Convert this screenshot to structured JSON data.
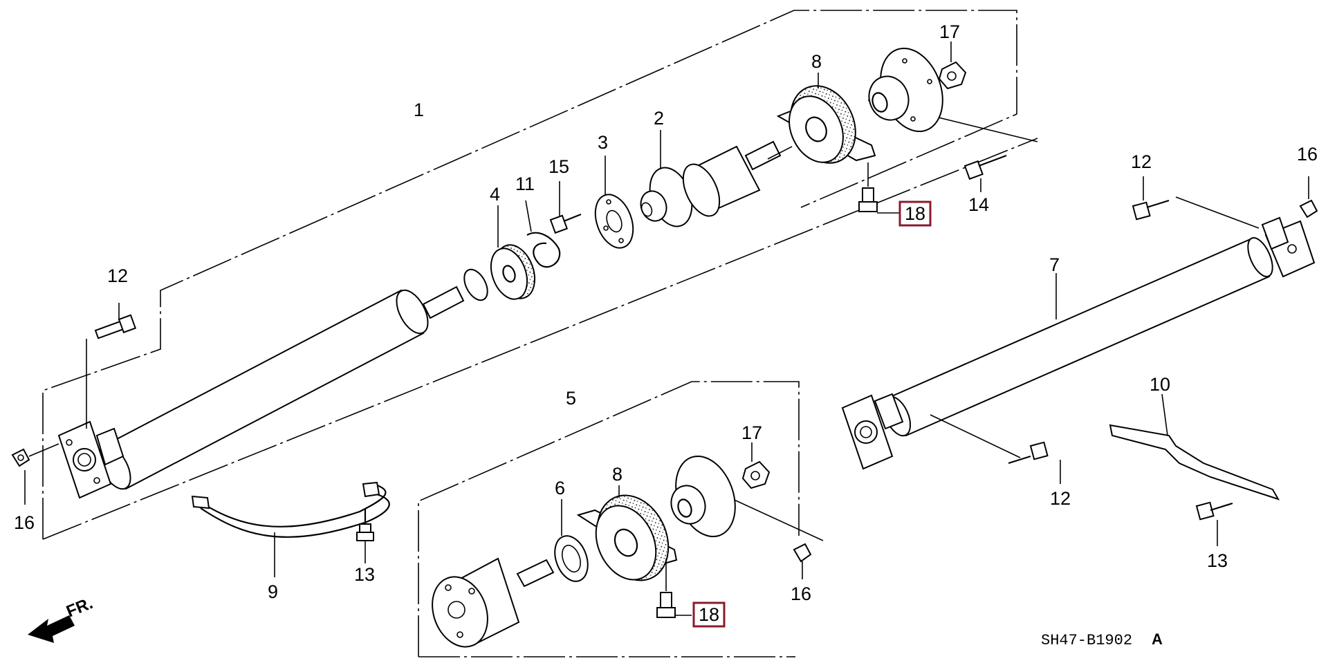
{
  "diagram": {
    "code": "SH47-B1902",
    "code_suffix": "A",
    "direction_label": "FR.",
    "callouts": {
      "c1": "1",
      "c2": "2",
      "c3": "3",
      "c4": "4",
      "c5": "5",
      "c6": "6",
      "c7": "7",
      "c8a": "8",
      "c8b": "8",
      "c9": "9",
      "c10": "10",
      "c11": "11",
      "c12a": "12",
      "c12b": "12",
      "c12c": "12",
      "c13a": "13",
      "c13b": "13",
      "c14": "14",
      "c15": "15",
      "c16a": "16",
      "c16b": "16",
      "c16c": "16",
      "c17a": "17",
      "c17b": "17",
      "c18a": "18",
      "c18b": "18"
    },
    "highlight_color": "#8b1a2e"
  }
}
